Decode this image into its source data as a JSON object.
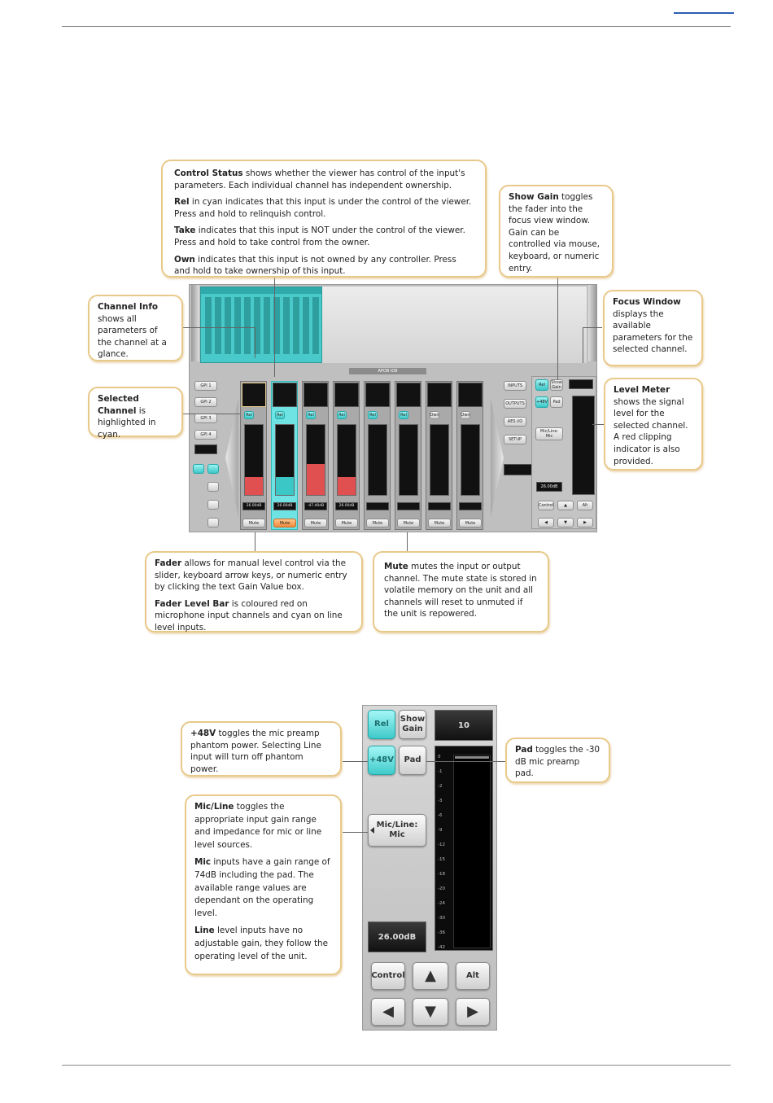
{
  "callouts": {
    "control_status": {
      "p1_title": "Control Status",
      "p1_text": " shows whether the viewer has control of the input's parameters. Each individual channel has independent ownership.",
      "p2_title": "Rel",
      "p2_text": " in cyan indicates that this input is under the control of the viewer. Press and hold to relinquish control.",
      "p3_title": "Take",
      "p3_text": " indicates that this input is NOT under the control of the viewer. Press and hold to take control from the owner.",
      "p4_title": "Own",
      "p4_text": " indicates that this input is not owned by any controller. Press and hold to take ownership of this input."
    },
    "show_gain": {
      "title": "Show Gain",
      "text": " toggles the fader into the focus view window. Gain can be controlled via mouse, keyboard, or numeric entry."
    },
    "channel_info": {
      "title": "Channel Info",
      "text": " shows all parameters of the channel at a glance."
    },
    "focus_window": {
      "title": "Focus Window",
      "text": " displays the available parameters for the selected channel."
    },
    "selected_channel": {
      "title": "Selected Channel",
      "text": " is highlighted in cyan."
    },
    "level_meter": {
      "title": "Level Meter",
      "text": " shows the signal level for the selected channel. A red clipping indicator is also provided."
    },
    "fader": {
      "p1_title": "Fader",
      "p1_text": " allows for manual level control via the slider, keyboard arrow keys, or numeric entry by clicking the text Gain Value box.",
      "p2_title": "Fader Level Bar",
      "p2_text": " is coloured red on microphone input channels and cyan on line level  inputs."
    },
    "mute": {
      "title": "Mute",
      "text": " mutes the input or output channel. The mute state is stored in volatile memory on the unit and all channels will reset to unmuted if the unit is repowered."
    },
    "phantom": {
      "title": "+48V",
      "text": " toggles the mic preamp phantom power. Selecting Line input will turn off phantom power."
    },
    "pad": {
      "title": "Pad",
      "text": " toggles the -30 dB mic preamp pad."
    },
    "micline": {
      "p1_title": "Mic/Line",
      "p1_text": " toggles the appropriate input gain range and impedance for mic or line level sources.",
      "p2_title": "Mic",
      "p2_text": " inputs have a gain range of 74dB including the pad. The available range values are dependant on the operating level.",
      "p3_title": "Line",
      "p3_text": " level inputs have no adjustable gain, they follow the operating level of the unit."
    }
  },
  "mixer": {
    "header_title": "APOB IO8",
    "gpio_buttons": [
      "GPI 1",
      "GPI 2",
      "GPI 3",
      "GPI 4"
    ],
    "right_menu": [
      "INPUTS",
      "OUTPUTS",
      "AES I/O",
      "SETUP"
    ],
    "gains": [
      "26.00dB",
      "26.00dB",
      "-47.40dB",
      "26.00dB",
      "",
      "",
      "",
      ""
    ],
    "mute_labels": [
      "Mute",
      "Mute",
      "Mute",
      "Mute",
      "Mute",
      "Mute",
      "Mute",
      "Mute"
    ],
    "owner_labels": [
      "Rel",
      "Rel",
      "Rel",
      "Rel",
      "Rel",
      "Rel",
      "Own",
      "Own"
    ],
    "focus_gain": "26.00dB",
    "control": "Control",
    "alt": "Alt",
    "show_gain": "Show Gain",
    "pad": "Pad",
    "p48v": "+48V",
    "rel": "Rel",
    "micline": "Mic/Line: Mic"
  },
  "focus": {
    "rel": "Rel",
    "show_gain_1": "Show",
    "show_gain_2": "Gain",
    "value": "10",
    "p48v": "+48V",
    "pad": "Pad",
    "micline_1": "Mic/Line:",
    "micline_2": "Mic",
    "gain": "26.00dB",
    "control": "Control",
    "alt": "Alt",
    "ticks": [
      "0",
      "-1",
      "-2",
      "-3",
      "-6",
      "-9",
      "-12",
      "-15",
      "-18",
      "-20",
      "-24",
      "-30",
      "-36",
      "-42"
    ]
  },
  "colors": {
    "cyan": "#3cc7c7",
    "callout_border": "#e8c98a",
    "fader_red": "#e05050",
    "mute_orange": "#f08a3e"
  }
}
